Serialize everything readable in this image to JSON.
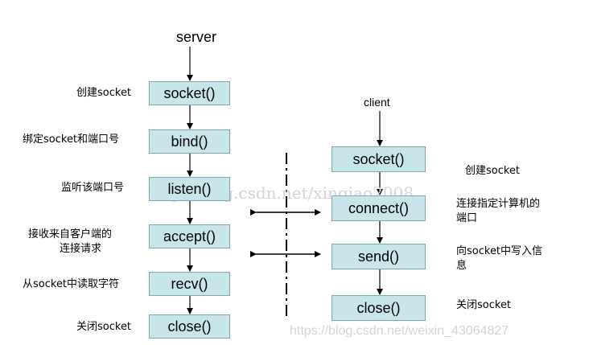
{
  "server": {
    "title": "server",
    "steps": [
      "socket()",
      "bind()",
      "listen()",
      "accept()",
      "recv()",
      "close()"
    ],
    "labels": [
      "创建socket",
      "绑定socket和端口号",
      "监听该端口号",
      "接收来自客户端的",
      "连接请求",
      "从socket中读取字符",
      "关闭socket"
    ]
  },
  "client": {
    "title": "client",
    "steps": [
      "socket()",
      "connect()",
      "send()",
      "close()"
    ],
    "labels": [
      "创建socket",
      "连接指定计算机的",
      "端口",
      "向socket中写入信",
      "息",
      "关闭socket"
    ]
  },
  "watermarks": {
    "center": "http://blog.csdn.net/xinqiao2008",
    "bottom": "https://blog.csdn.net/weixin_43064827"
  },
  "colors": {
    "box_fill": "#c8e6ea",
    "box_border": "#7fa9b0",
    "line": "#000000"
  }
}
